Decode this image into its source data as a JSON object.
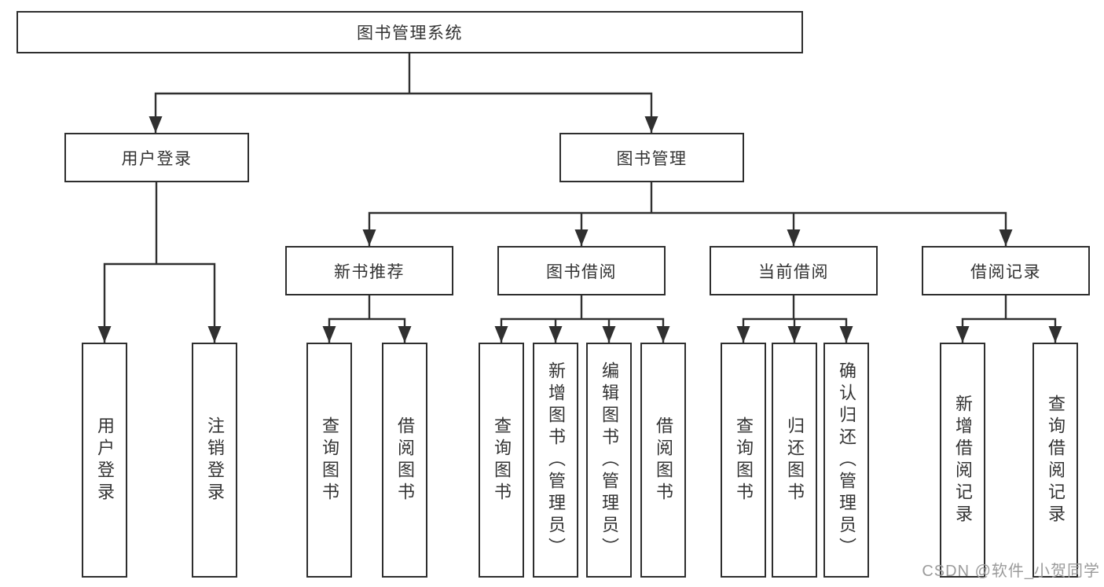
{
  "diagram": {
    "root": {
      "label": "图书管理系统"
    },
    "level2": [
      {
        "label": "用户登录"
      },
      {
        "label": "图书管理"
      }
    ],
    "level3": [
      {
        "label": "新书推荐"
      },
      {
        "label": "图书借阅"
      },
      {
        "label": "当前借阅"
      },
      {
        "label": "借阅记录"
      }
    ],
    "leaves": [
      {
        "label": "用户登录"
      },
      {
        "label": "注销登录"
      },
      {
        "label": "查询图书"
      },
      {
        "label": "借阅图书"
      },
      {
        "label": "查询图书"
      },
      {
        "label": "新增图书（管理员）"
      },
      {
        "label": "编辑图书（管理员）"
      },
      {
        "label": "借阅图书"
      },
      {
        "label": "查询图书"
      },
      {
        "label": "归还图书"
      },
      {
        "label": "确认归还（管理员）"
      },
      {
        "label": "新增借阅记录"
      },
      {
        "label": "查询借阅记录"
      }
    ]
  },
  "watermark": {
    "text": "CSDN @软件_小贺同学"
  },
  "colors": {
    "line": "#303030",
    "border": "#2e2e2e",
    "text": "#333333",
    "watermark": "#9b9b9b",
    "background": "#ffffff"
  }
}
